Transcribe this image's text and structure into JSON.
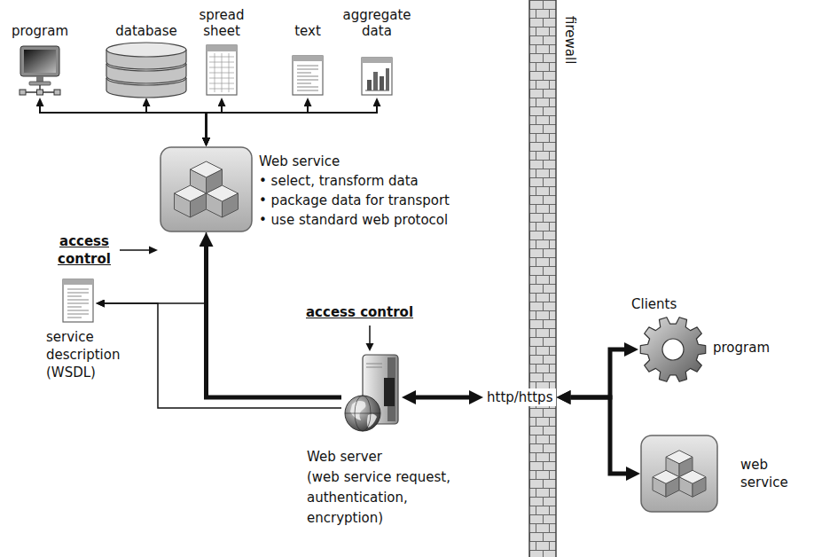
{
  "diagram": {
    "nodes": [
      {
        "text": [
          "program"
        ]
      },
      {
        "text": [
          "database"
        ]
      },
      {
        "text": [
          "spread sheet"
        ]
      },
      {
        "text": [
          "text"
        ]
      },
      {
        "text": [
          "aggregate data"
        ]
      },
      {
        "text": [
          "Web service",
          "• select, transform data",
          "• package data for transport",
          "• use standard web protocol"
        ]
      },
      {
        "text": [
          "service description (WSDL)"
        ]
      },
      {
        "text": [
          "Web server",
          "(web service request, authentication, encryption)"
        ]
      },
      {
        "text": [
          "http/https"
        ]
      },
      {
        "text": [
          "program"
        ]
      },
      {
        "text": [
          "web service"
        ]
      }
    ],
    "edges": [
      {
        "from": 5,
        "to": 0,
        "arrow": "both"
      },
      {
        "from": 5,
        "to": 1,
        "arrow": "both"
      },
      {
        "from": 5,
        "to": 2,
        "arrow": "both"
      },
      {
        "from": 5,
        "to": 3,
        "arrow": "both"
      },
      {
        "from": 5,
        "to": 4,
        "arrow": "both"
      },
      {
        "from": 5,
        "to": 6,
        "arrow": "to"
      },
      {
        "from": 7,
        "to": 6,
        "arrow": "to"
      },
      {
        "from": 7,
        "to": 5,
        "arrow": "to"
      },
      {
        "from": 7,
        "to": 8,
        "arrow": "both"
      },
      {
        "from": 8,
        "to": 9,
        "arrow": "both"
      },
      {
        "from": 8,
        "to": 10,
        "arrow": "both"
      }
    ],
    "labels": [
      "access control",
      "access control",
      "firewall",
      "Clients"
    ]
  }
}
